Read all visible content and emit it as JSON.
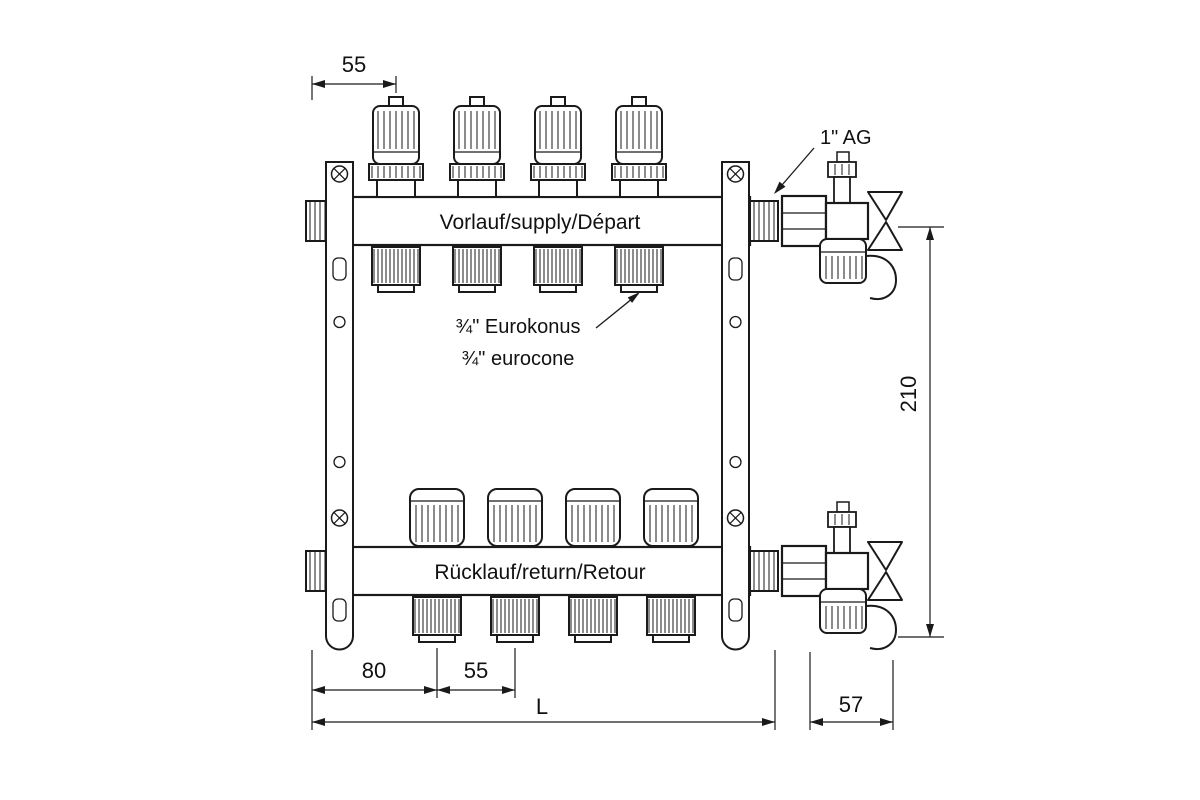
{
  "drawing": {
    "labels": {
      "supply": "Vorlauf/supply/Départ",
      "return": "Rücklauf/return/Retour"
    },
    "annotations": {
      "thread": "1\" AG",
      "eurokonus": "¾\" Eurokonus",
      "eurocone": "¾\" eurocone"
    },
    "dimensions": {
      "top_offset": "55",
      "first_outlet": "80",
      "spacing": "55",
      "length": "L",
      "height": "210",
      "valve_depth": "57"
    },
    "colors": {
      "line": "#1a1a1a",
      "background": "#ffffff"
    }
  }
}
